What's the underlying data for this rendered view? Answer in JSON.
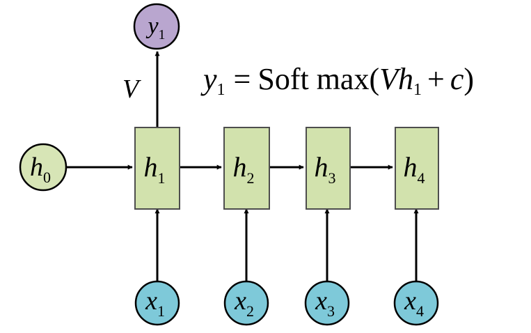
{
  "colors": {
    "h0_fill": "#d7e5b6",
    "hidden_fill": "#d2e2ad",
    "hidden_stroke": "#4d4d4d",
    "x_fill": "#7ec9d9",
    "y_fill": "#b9a6cf",
    "arrow": "#000000"
  },
  "equation": {
    "lhs_var": "y",
    "lhs_sub": "1",
    "equals": "=",
    "func": "Soft max",
    "open_paren": "(",
    "v_var": "V",
    "h_var": "h",
    "h_sub": "1",
    "plus": "+",
    "c_var": "c",
    "close_paren": ")"
  },
  "weight_label": "V",
  "output": {
    "var": "y",
    "sub": "1"
  },
  "initial_state": {
    "var": "h",
    "sub": "0"
  },
  "hidden_states": [
    {
      "var": "h",
      "sub": "1"
    },
    {
      "var": "h",
      "sub": "2"
    },
    {
      "var": "h",
      "sub": "3"
    },
    {
      "var": "h",
      "sub": "4"
    }
  ],
  "inputs": [
    {
      "var": "x",
      "sub": "1"
    },
    {
      "var": "x",
      "sub": "2"
    },
    {
      "var": "x",
      "sub": "3"
    },
    {
      "var": "x",
      "sub": "4"
    }
  ]
}
